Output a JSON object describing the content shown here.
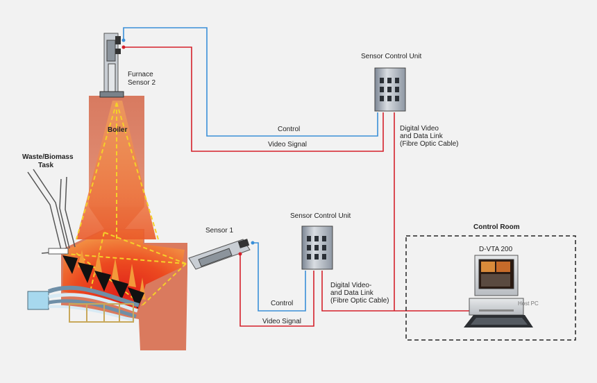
{
  "labels": {
    "furnace_sensor_line1": "Furnace",
    "furnace_sensor_line2": "Sensor 2",
    "boiler": "Boiler",
    "waste_line1": "Waste/Biomass",
    "waste_line2": "Task",
    "sensor1": "Sensor 1",
    "scu_top": "Sensor Control Unit",
    "scu_bottom": "Sensor Control Unit",
    "control_top": "Control",
    "video_top": "Video Signal",
    "control_bottom": "Control",
    "video_bottom": "Video Signal",
    "link_top_1": "Digital Video",
    "link_top_2": "and Data Link",
    "link_top_3": "(Fibre Optic Cable)",
    "link_bottom_1": "Digital Video-",
    "link_bottom_2": "and Data Link",
    "link_bottom_3": "(Fibre Optic Cable)",
    "control_room": "Control Room",
    "dvta": "D-VTA 200",
    "pc_label": "Host PC"
  },
  "colors": {
    "control_line": "#3a8fd8",
    "video_line": "#d4202a",
    "boiler_fill": "#e07a5f",
    "flame_hot": "#e8332a",
    "flame_mid": "#f08a34",
    "beam": "#f5d02a"
  }
}
